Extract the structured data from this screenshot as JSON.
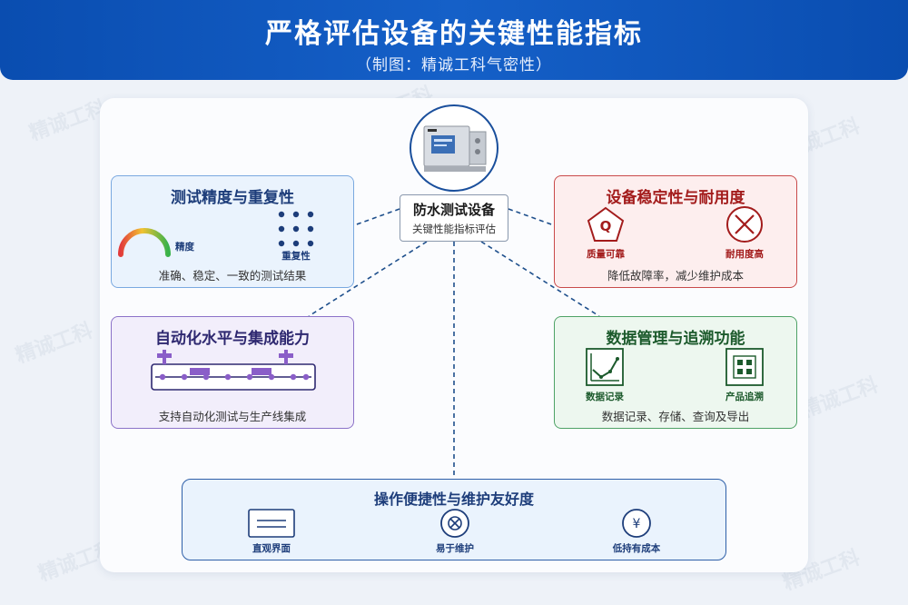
{
  "header": {
    "title": "严格评估设备的关键性能指标",
    "subtitle": "（制图：精诚工科气密性）"
  },
  "watermark_text": "精诚工科",
  "center": {
    "title": "防水测试设备",
    "subtitle": "关键性能指标评估"
  },
  "cards": {
    "accuracy": {
      "title": "测试精度与重复性",
      "desc": "准确、稳定、一致的测试结果",
      "labels": [
        "精度",
        "重复性"
      ]
    },
    "stability": {
      "title": "设备稳定性与耐用度",
      "desc": "降低故障率，减少维护成本",
      "labels": [
        "质量可靠",
        "耐用度高"
      ],
      "icon_letter": "Q"
    },
    "automation": {
      "title": "自动化水平与集成能力",
      "desc": "支持自动化测试与生产线集成"
    },
    "data": {
      "title": "数据管理与追溯功能",
      "desc": "数据记录、存储、查询及导出",
      "labels": [
        "数据记录",
        "产品追溯"
      ]
    },
    "ops": {
      "title": "操作便捷性与维护友好度",
      "labels": [
        "直观界面",
        "易于维护",
        "低持有成本"
      ],
      "yen_symbol": "¥"
    }
  },
  "colors": {
    "header": "#0a4db0",
    "accuracy": "#1d3d7a",
    "stability": "#a31c1c",
    "automation": "#2e2870",
    "data": "#1c5a2c"
  }
}
